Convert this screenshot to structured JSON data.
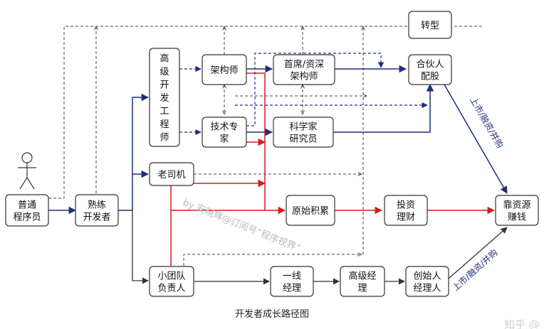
{
  "caption": "开发者成长路径图",
  "watermark": "by 安晓辉@订阅号“程序视界”",
  "corner_mark": "知乎 @",
  "edge_labels": {
    "ipo_upper": "上市/融资/并购",
    "ipo_lower": "上市/融资/并购"
  },
  "nodes": {
    "programmer": [
      "普通",
      "程序员"
    ],
    "skilled": [
      "熟练",
      "开发者"
    ],
    "senior_dev": [
      "高",
      "级",
      "开",
      "发",
      "工",
      "程",
      "师"
    ],
    "architect": [
      "架构师"
    ],
    "chief_architect": [
      "首席/资深",
      "架构师"
    ],
    "partner": [
      "合伙人",
      "配股"
    ],
    "transform": [
      "转型"
    ],
    "tech_expert": [
      "技术专",
      "家"
    ],
    "scientist": [
      "科学家",
      "研究员"
    ],
    "veteran": [
      "老司机"
    ],
    "accumulation": [
      "原始积累"
    ],
    "invest": [
      "投资",
      "理财"
    ],
    "capital": [
      "靠资源",
      "赚钱"
    ],
    "team_lead": [
      "小团队",
      "负责人"
    ],
    "line_manager": [
      "一线",
      "经理"
    ],
    "senior_manager": [
      "高级经",
      "理"
    ],
    "founder": [
      "创始人",
      "经理人"
    ]
  },
  "colors": {
    "blue": "#1f2f7a",
    "red": "#d21f1f",
    "dark": "#333333",
    "watermark": "#b9b9b9"
  }
}
